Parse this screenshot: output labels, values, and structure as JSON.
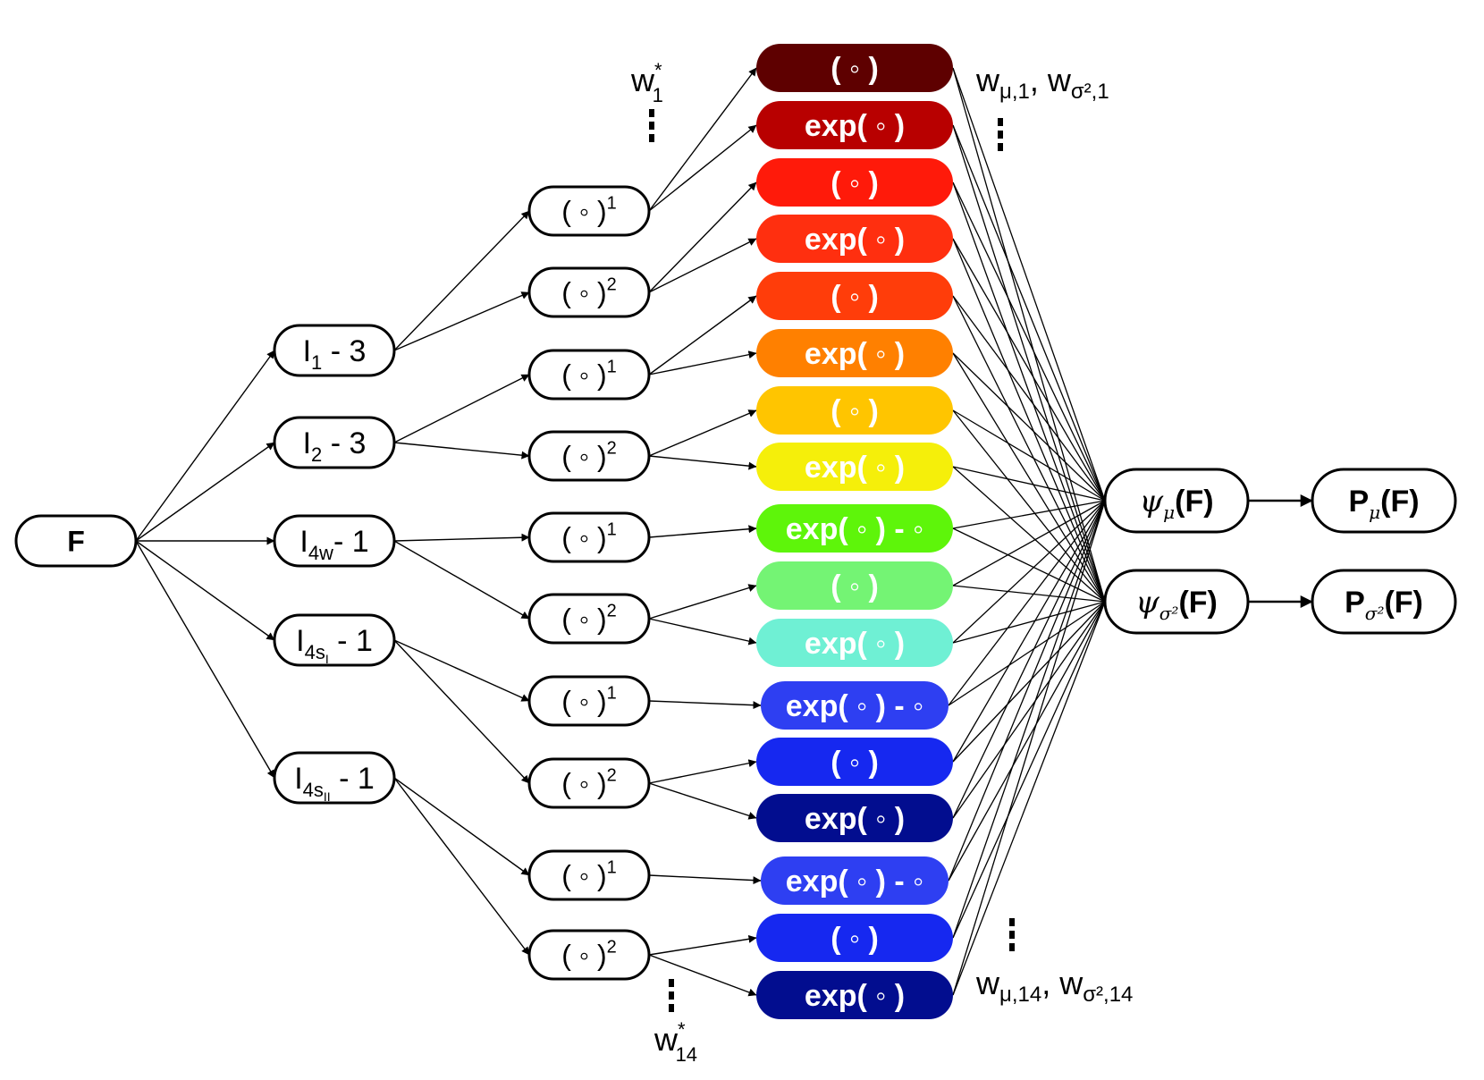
{
  "input": {
    "label": "F"
  },
  "invariants": [
    {
      "main": "I",
      "sub": "1",
      "tail": " - 3"
    },
    {
      "main": "I",
      "sub": "2",
      "tail": " - 3"
    },
    {
      "main": "I",
      "sub": "4w",
      "tail": "- 1"
    },
    {
      "main": "I",
      "sub": "4s",
      "subsub": "I",
      "tail": " - 1"
    },
    {
      "main": "I",
      "sub": "4s",
      "subsub": "II",
      "tail": " - 1"
    }
  ],
  "powers": [
    {
      "base": "( ◦ )",
      "exp": "1"
    },
    {
      "base": "( ◦ )",
      "exp": "2"
    },
    {
      "base": "( ◦ )",
      "exp": "1"
    },
    {
      "base": "( ◦ )",
      "exp": "2"
    },
    {
      "base": "( ◦ )",
      "exp": "1"
    },
    {
      "base": "( ◦ )",
      "exp": "2"
    },
    {
      "base": "( ◦ )",
      "exp": "1"
    },
    {
      "base": "( ◦ )",
      "exp": "2"
    },
    {
      "base": "( ◦ )",
      "exp": "1"
    },
    {
      "base": "( ◦ )",
      "exp": "2"
    }
  ],
  "activations": [
    {
      "label": "( ◦ )",
      "color": "#5e0000"
    },
    {
      "label": "exp( ◦ )",
      "color": "#b80000"
    },
    {
      "label": "( ◦ )",
      "color": "#ff1a0a"
    },
    {
      "label": "exp( ◦ )",
      "color": "#ff2f0f"
    },
    {
      "label": "( ◦ )",
      "color": "#ff3d0a"
    },
    {
      "label": "exp( ◦ )",
      "color": "#ff8000"
    },
    {
      "label": "( ◦ )",
      "color": "#ffc500"
    },
    {
      "label": "exp( ◦ )",
      "color": "#f5ef0a"
    },
    {
      "label": "exp( ◦ ) - ◦",
      "color": "#5ef50a"
    },
    {
      "label": "( ◦ )",
      "color": "#74f474"
    },
    {
      "label": "exp( ◦ )",
      "color": "#6ff0d4"
    },
    {
      "label": "exp( ◦ ) - ◦",
      "color": "#2e3ff2"
    },
    {
      "label": "( ◦ )",
      "color": "#1628f0"
    },
    {
      "label": "exp( ◦ )",
      "color": "#020d8f"
    },
    {
      "label": "exp( ◦ ) - ◦",
      "color": "#2e3ff2"
    },
    {
      "label": "( ◦ )",
      "color": "#1628f0"
    },
    {
      "label": "exp( ◦ )",
      "color": "#020d8f"
    }
  ],
  "outputs": [
    {
      "psi": "ψ",
      "psi_sub": "μ",
      "arg": "(F)",
      "p": "P",
      "p_sub": "μ",
      "p_arg": "(F)"
    },
    {
      "psi": "ψ",
      "psi_sub": "σ²",
      "arg": "(F)",
      "p": "P",
      "p_sub": "σ²",
      "p_arg": "(F)"
    }
  ],
  "annotations": {
    "w_top": {
      "base": "w",
      "sup": "*",
      "sub": "1"
    },
    "w_bottom": {
      "base": "w",
      "sup": "*",
      "sub": "14"
    },
    "weights_top": {
      "w1": "w",
      "w1_sub": "μ,1",
      "sep": ",",
      "w2": "w",
      "w2_sub": "σ²,1"
    },
    "weights_bottom": {
      "w1": "w",
      "w1_sub": "μ,14",
      "sep": ",",
      "w2": "w",
      "w2_sub": "σ²,14"
    }
  }
}
